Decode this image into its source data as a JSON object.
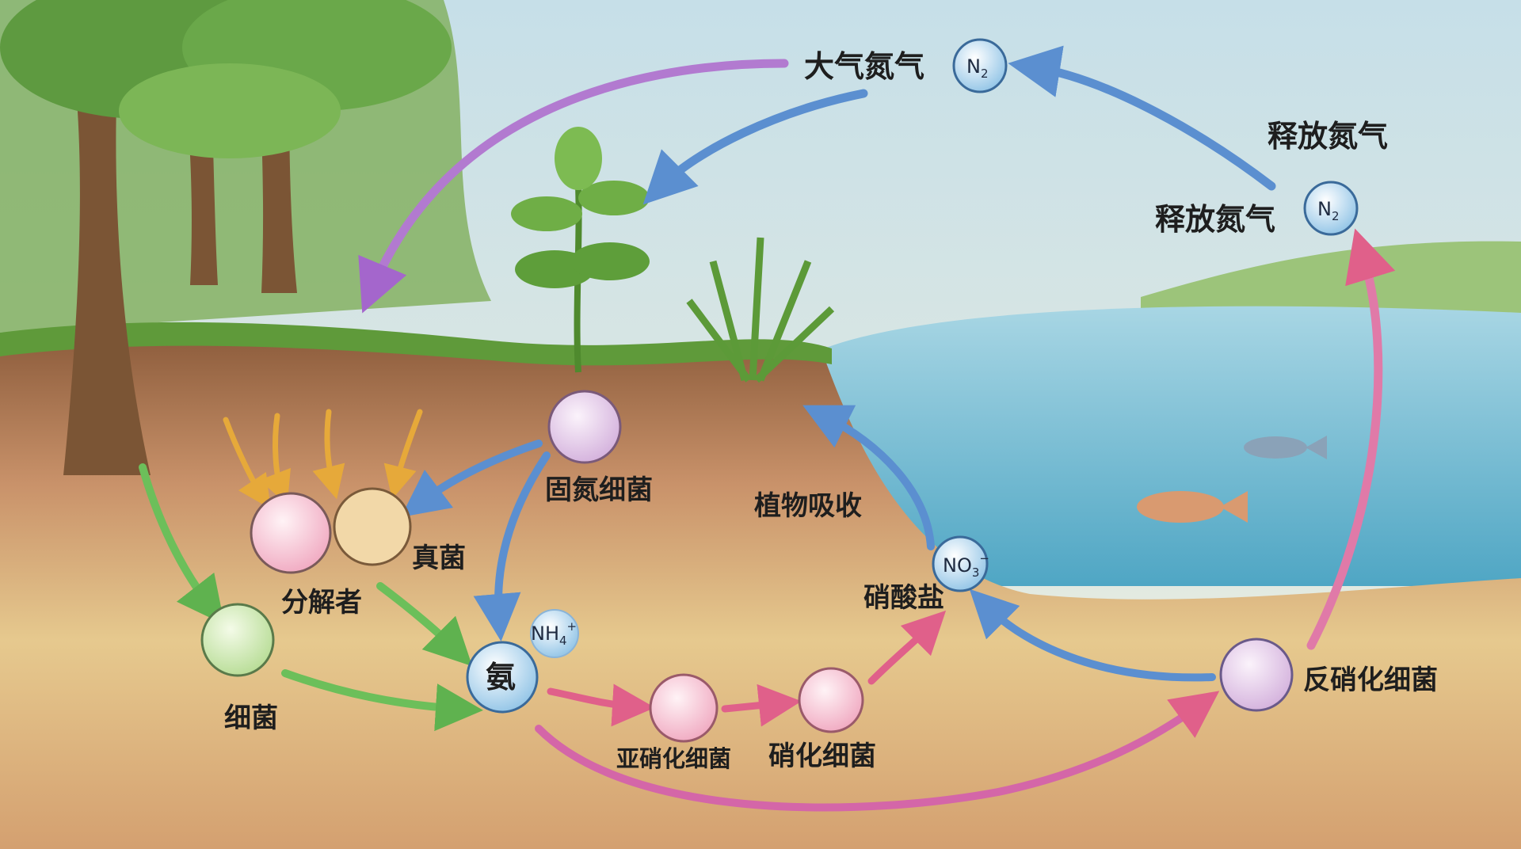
{
  "title": "氮循环",
  "labels": {
    "atmospheric_n2": "大气氮气",
    "atmospheric_n2_formula": "N",
    "atmospheric_n2_sub": "2",
    "release_n2_top": "释放氮气",
    "release_n2": "释放氮气",
    "release_n2_formula": "N",
    "release_n2_sub": "2",
    "nitrogen_fixing_bacteria": "固氮细菌",
    "plant_uptake": "植物吸收",
    "fungi": "真菌",
    "decomposers": "分解者",
    "bacteria": "细菌",
    "ammonia": "氨",
    "ammonium_formula": "NH",
    "ammonium_sub": "4",
    "ammonium_sup": "+",
    "nitrite_bacteria": "亚硝化细菌",
    "nitrifying_bacteria": "硝化细菌",
    "nitrate": "硝酸盐",
    "nitrate_formula": "NO",
    "nitrate_sub": "3",
    "nitrate_sup": "−",
    "denitrifying_bacteria": "反硝化细菌"
  },
  "colors": {
    "sky": "#cfe3ea",
    "soil": "#c99a6a",
    "water": "#7fc0d6",
    "arrow_blue": "#5b8fd0",
    "arrow_purple": "#b27ad0",
    "arrow_green": "#6cbf5a",
    "arrow_pink": "#e0608a",
    "arrow_orange": "#e6a93a"
  }
}
